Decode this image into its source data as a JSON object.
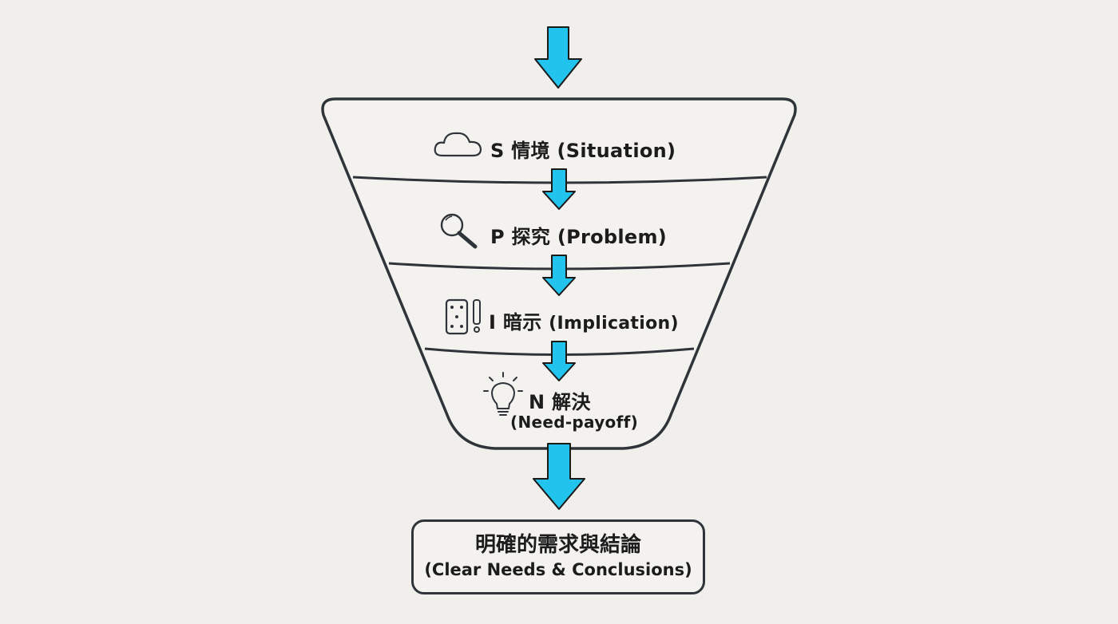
{
  "stages": [
    {
      "letter": "S",
      "name_zh": "情境",
      "name_en": "(Situation)",
      "icon": "cloud-icon"
    },
    {
      "letter": "P",
      "name_zh": "探究",
      "name_en": "(Problem)",
      "icon": "magnifier-icon"
    },
    {
      "letter": "I",
      "name_zh": "暗示",
      "name_en": "(Implication)",
      "icon": "dice-alert-icon"
    },
    {
      "letter": "N",
      "name_zh": "解決",
      "name_en": "(Need-payoff)",
      "icon": "lightbulb-icon"
    }
  ],
  "result": {
    "title_zh": "明確的需求與結論",
    "title_en": "(Clear Needs & Conclusions)"
  },
  "colors": {
    "arrow": "#22c3ec",
    "outline": "#2f343a",
    "background": "#f0efeb"
  }
}
